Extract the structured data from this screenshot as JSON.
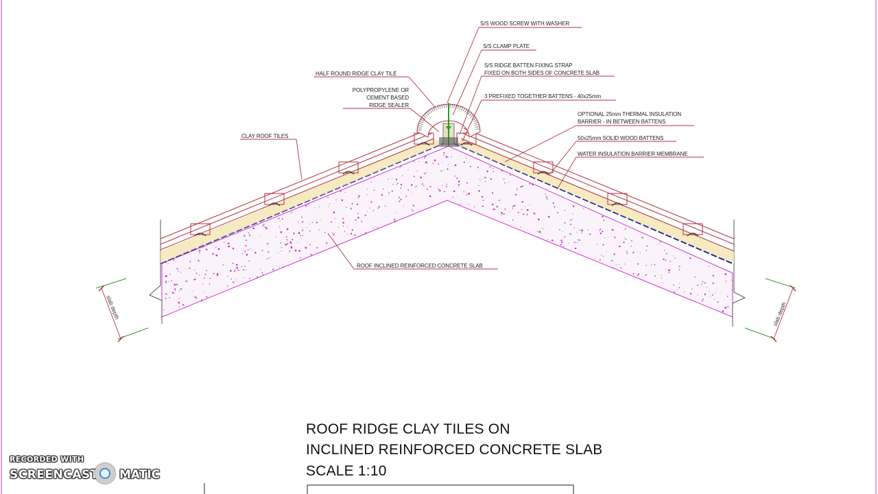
{
  "labels": {
    "wood_screw": "S/S WOOD SCREW WITH WASHER",
    "clamp_plate": "S/S CLAMP PLATE",
    "fixing_strap_1": "S/S RIDGE BATTEN FIXING STRAP",
    "fixing_strap_2": "FIXED ON BOTH SIDES OF CONCRETE SLAB",
    "half_round": "HALF ROUND RIDGE CLAY TILE",
    "sealer_1": "POLYPROPYLENE OR",
    "sealer_2": "CEMENT BASED",
    "sealer_3": "RIDGE SEALER",
    "battens_3": "3 PREFIXED TOGETHER BATTENS - 40x25mm",
    "insulation_1": "OPTIONAL 25mm THERMAL INSULATION",
    "insulation_2": "BARRIER - IN BETWEEN BATTENS",
    "clay_tiles": "CLAY ROOF TILES",
    "solid_battens": "50x25mm SOLID WOOD BATTENS",
    "membrane": "WATER INSULATION BARRIER MEMBRANE",
    "slab": "ROOF INCLINED REINFORCED CONCRETE SLAB",
    "slab_depth_left": "slab depth",
    "slab_depth_right": "slab depth"
  },
  "title": {
    "line1": "ROOF RIDGE CLAY TILES ON",
    "line2": "INCLINED REINFORCED CONCRETE SLAB",
    "line3": "SCALE 1:10"
  },
  "watermark": {
    "recorded": "RECORDED WITH",
    "brand_left": "SCREENCAST",
    "brand_right": "MATIC"
  },
  "colors": {
    "leader": "#b03040",
    "concrete": "#cc33cc",
    "membrane": "#1a1a9a",
    "insulation": "#f5e6b5",
    "dimension": "#2a9a2a"
  }
}
